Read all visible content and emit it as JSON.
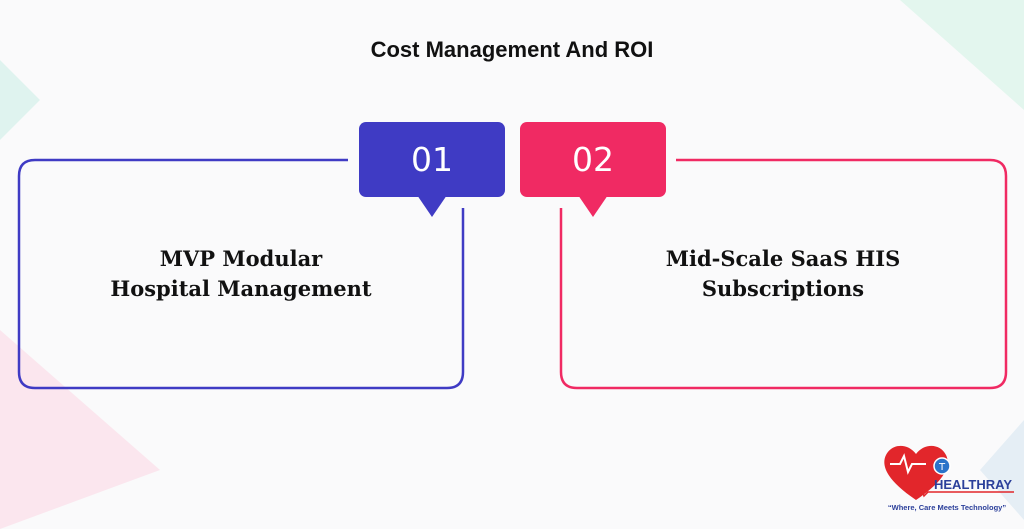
{
  "title": "Cost Management And ROI",
  "colors": {
    "blue": "#3f3bc4",
    "pink": "#f02a63"
  },
  "cards": [
    {
      "number": "01",
      "line1": "MVP Modular",
      "line2": "Hospital Management"
    },
    {
      "number": "02",
      "line1": "Mid-Scale SaaS HIS",
      "line2": "Subscriptions"
    }
  ],
  "logo": {
    "brand": "HEALTHRAY",
    "tagline": "“Where, Care Meets Technology”"
  }
}
